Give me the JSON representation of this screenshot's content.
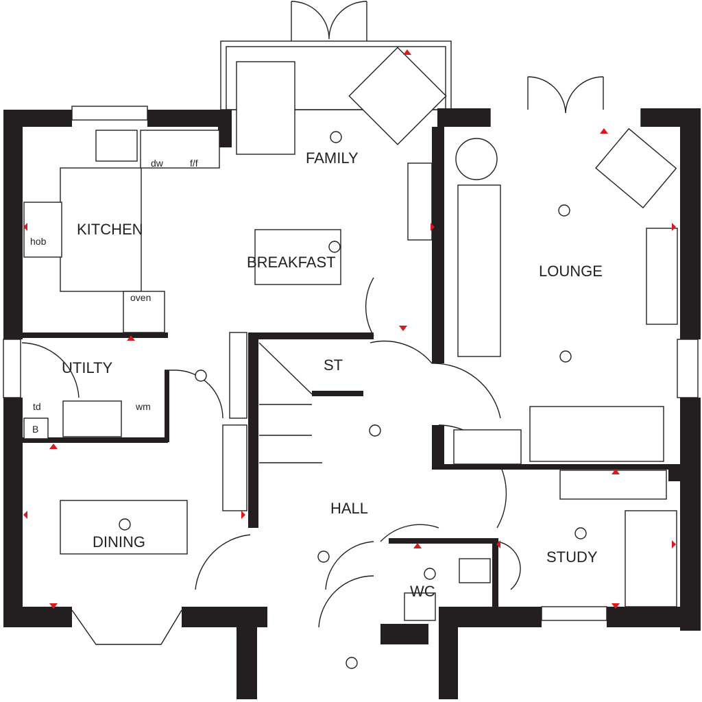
{
  "plan": {
    "rooms": {
      "family": "FAMILY",
      "kitchen": "KITCHEN",
      "breakfast": "BREAKFAST",
      "lounge": "LOUNGE",
      "utility": "UTILTY",
      "store": "ST",
      "hall": "HALL",
      "dining": "DINING",
      "study": "STUDY",
      "wc": "WC"
    },
    "appliances": {
      "dishwasher": "dw",
      "fridge_freezer": "f/f",
      "hob": "hob",
      "oven": "oven",
      "tumble_dryer": "td",
      "washing_machine": "wm",
      "boiler": "B"
    },
    "colors": {
      "wall": "#231f20",
      "socket_marker": "#d71920"
    }
  }
}
